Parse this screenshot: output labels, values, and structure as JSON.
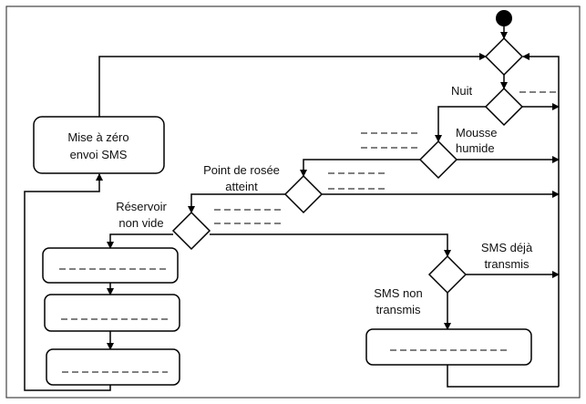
{
  "labels": {
    "nuit": "Nuit",
    "mousse": [
      "Mousse",
      "humide"
    ],
    "rosee": [
      "Point de rosée",
      "atteint"
    ],
    "reservoir": [
      "Réservoir",
      "non vide"
    ],
    "sms_deja": [
      "SMS déjà",
      "transmis"
    ],
    "sms_non": [
      "SMS non",
      "transmis"
    ]
  },
  "boxes": {
    "reset": [
      "Mise à zéro",
      "envoi SMS"
    ]
  }
}
